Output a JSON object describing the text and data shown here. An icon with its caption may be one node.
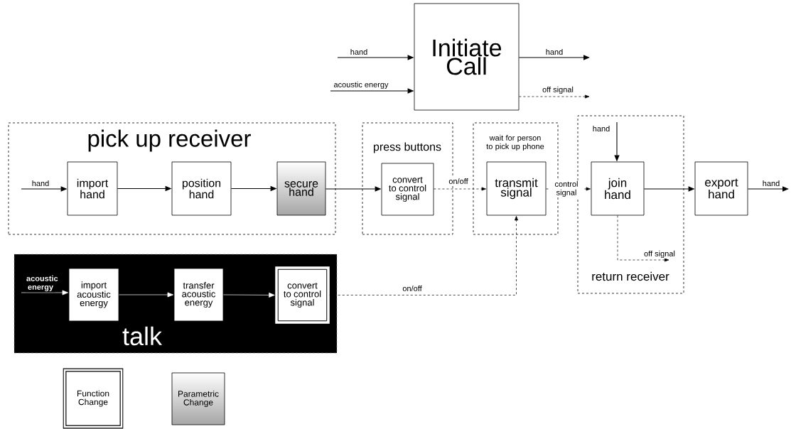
{
  "diagram": {
    "nodes": [
      {
        "text": [
          "Initiate Call"
        ]
      },
      {
        "text": [
          "pick up receiver"
        ]
      },
      {
        "text": [
          "import hand"
        ],
        "in": 1
      },
      {
        "text": [
          "position hand"
        ],
        "in": 1
      },
      {
        "text": [
          "secure hand"
        ],
        "in": 1
      },
      {
        "text": [
          "press buttons"
        ]
      },
      {
        "text": [
          "convert to control signal"
        ],
        "in": 5
      },
      {
        "text": [
          "wait for person to pick up phone"
        ]
      },
      {
        "text": [
          "transmit signal"
        ],
        "in": 7
      },
      {
        "text": [
          "return receiver"
        ]
      },
      {
        "text": [
          "join hand"
        ],
        "in": 9
      },
      {
        "text": [
          "export hand"
        ]
      },
      {
        "text": [
          "talk"
        ]
      },
      {
        "text": [
          "import acoustic energy"
        ],
        "in": 12
      },
      {
        "text": [
          "transfer acoustic energy"
        ],
        "in": 12
      },
      {
        "text": [
          "convert to control signal"
        ],
        "in": 12
      },
      {
        "text": [
          "Function Change"
        ]
      },
      {
        "text": [
          "Parametric Change"
        ]
      }
    ],
    "edges": [
      {
        "from": null,
        "to": 0,
        "arrow": "to",
        "label": "hand"
      },
      {
        "from": null,
        "to": 0,
        "arrow": "to",
        "label": "acoustic energy"
      },
      {
        "from": 0,
        "to": null,
        "arrow": "to",
        "label": "hand"
      },
      {
        "from": 0,
        "to": null,
        "arrow": "to",
        "label": "off signal",
        "style": "dashed"
      },
      {
        "from": null,
        "to": 2,
        "arrow": "to",
        "label": "hand"
      },
      {
        "from": 2,
        "to": 3,
        "arrow": "to"
      },
      {
        "from": 3,
        "to": 4,
        "arrow": "to"
      },
      {
        "from": 4,
        "to": 6,
        "arrow": "to"
      },
      {
        "from": 6,
        "to": 8,
        "arrow": "to",
        "label": "on/off",
        "style": "dashed"
      },
      {
        "from": 8,
        "to": 10,
        "arrow": "to",
        "label": "control signal",
        "style": "dashed"
      },
      {
        "from": null,
        "to": 10,
        "arrow": "to",
        "label": "hand"
      },
      {
        "from": 10,
        "to": 11,
        "arrow": "to"
      },
      {
        "from": 11,
        "to": null,
        "arrow": "to",
        "label": "hand"
      },
      {
        "from": 10,
        "to": null,
        "arrow": "to",
        "label": "off signal",
        "style": "dashed"
      },
      {
        "from": null,
        "to": 13,
        "arrow": "to",
        "label": "acoustic energy",
        "color": "#ffffff"
      },
      {
        "from": 13,
        "to": 14,
        "arrow": "to",
        "color": "#ffffff"
      },
      {
        "from": 14,
        "to": 15,
        "arrow": "to",
        "color": "#ffffff"
      },
      {
        "from": 15,
        "to": 8,
        "arrow": "to",
        "label": "on/off",
        "style": "dashed"
      }
    ]
  }
}
